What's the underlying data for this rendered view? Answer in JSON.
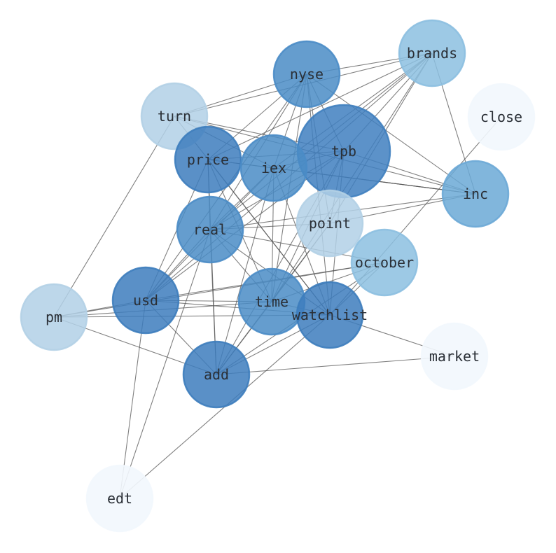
{
  "nodes": [
    {
      "id": "tpb",
      "label": "tpb",
      "color": "#3f7fbf",
      "opacity": 0.85
    },
    {
      "id": "nyse",
      "label": "nyse",
      "color": "#4a8cc6",
      "opacity": 0.85
    },
    {
      "id": "brands",
      "label": "brands",
      "color": "#8cbfe0",
      "opacity": 0.85
    },
    {
      "id": "close",
      "label": "close",
      "color": "#f2f7fd",
      "opacity": 0.9
    },
    {
      "id": "turn",
      "label": "turn",
      "color": "#b2d0e6",
      "opacity": 0.85
    },
    {
      "id": "price",
      "label": "price",
      "color": "#3d7dbd",
      "opacity": 0.85
    },
    {
      "id": "iex",
      "label": "iex",
      "color": "#4a8cc6",
      "opacity": 0.85
    },
    {
      "id": "inc",
      "label": "inc",
      "color": "#6ba9d6",
      "opacity": 0.85
    },
    {
      "id": "point",
      "label": "point",
      "color": "#b2d0e6",
      "opacity": 0.85
    },
    {
      "id": "real",
      "label": "real",
      "color": "#4a8cc6",
      "opacity": 0.85
    },
    {
      "id": "october",
      "label": "october",
      "color": "#8cbfe0",
      "opacity": 0.85
    },
    {
      "id": "usd",
      "label": "usd",
      "color": "#3d7dbd",
      "opacity": 0.85
    },
    {
      "id": "pm",
      "label": "pm",
      "color": "#b2d0e6",
      "opacity": 0.85
    },
    {
      "id": "time",
      "label": "time",
      "color": "#4a8cc6",
      "opacity": 0.85
    },
    {
      "id": "watchlist",
      "label": "watchlist",
      "color": "#3d7dbd",
      "opacity": 0.85
    },
    {
      "id": "market",
      "label": "market",
      "color": "#f2f7fd",
      "opacity": 0.9
    },
    {
      "id": "add",
      "label": "add",
      "color": "#3d7dbd",
      "opacity": 0.85
    },
    {
      "id": "edt",
      "label": "edt",
      "color": "#f2f7fd",
      "opacity": 0.9
    }
  ],
  "edges": [
    [
      "nyse",
      "turn"
    ],
    [
      "nyse",
      "price"
    ],
    [
      "nyse",
      "iex"
    ],
    [
      "nyse",
      "tpb"
    ],
    [
      "nyse",
      "inc"
    ],
    [
      "nyse",
      "real"
    ],
    [
      "nyse",
      "usd"
    ],
    [
      "nyse",
      "time"
    ],
    [
      "nyse",
      "watchlist"
    ],
    [
      "nyse",
      "point"
    ],
    [
      "nyse",
      "brands"
    ],
    [
      "brands",
      "turn"
    ],
    [
      "brands",
      "tpb"
    ],
    [
      "brands",
      "inc"
    ],
    [
      "brands",
      "real"
    ],
    [
      "brands",
      "usd"
    ],
    [
      "brands",
      "time"
    ],
    [
      "brands",
      "price"
    ],
    [
      "brands",
      "point"
    ],
    [
      "brands",
      "iex"
    ],
    [
      "close",
      "watchlist"
    ],
    [
      "turn",
      "inc"
    ],
    [
      "turn",
      "tpb"
    ],
    [
      "turn",
      "iex"
    ],
    [
      "turn",
      "pm"
    ],
    [
      "turn",
      "watchlist"
    ],
    [
      "price",
      "tpb"
    ],
    [
      "price",
      "inc"
    ],
    [
      "price",
      "iex"
    ],
    [
      "price",
      "real"
    ],
    [
      "price",
      "usd"
    ],
    [
      "price",
      "time"
    ],
    [
      "price",
      "watchlist"
    ],
    [
      "price",
      "add"
    ],
    [
      "iex",
      "tpb"
    ],
    [
      "iex",
      "inc"
    ],
    [
      "iex",
      "real"
    ],
    [
      "iex",
      "usd"
    ],
    [
      "iex",
      "time"
    ],
    [
      "iex",
      "watchlist"
    ],
    [
      "iex",
      "add"
    ],
    [
      "tpb",
      "inc"
    ],
    [
      "tpb",
      "real"
    ],
    [
      "tpb",
      "usd"
    ],
    [
      "tpb",
      "time"
    ],
    [
      "tpb",
      "watchlist"
    ],
    [
      "tpb",
      "add"
    ],
    [
      "tpb",
      "point"
    ],
    [
      "inc",
      "real"
    ],
    [
      "inc",
      "point"
    ],
    [
      "inc",
      "iex"
    ],
    [
      "point",
      "real"
    ],
    [
      "point",
      "time"
    ],
    [
      "point",
      "add"
    ],
    [
      "real",
      "usd"
    ],
    [
      "real",
      "time"
    ],
    [
      "real",
      "watchlist"
    ],
    [
      "real",
      "add"
    ],
    [
      "real",
      "october"
    ],
    [
      "real",
      "edt"
    ],
    [
      "october",
      "usd"
    ],
    [
      "october",
      "time"
    ],
    [
      "october",
      "add"
    ],
    [
      "october",
      "watchlist"
    ],
    [
      "usd",
      "pm"
    ],
    [
      "usd",
      "time"
    ],
    [
      "usd",
      "watchlist"
    ],
    [
      "usd",
      "add"
    ],
    [
      "usd",
      "edt"
    ],
    [
      "pm",
      "time"
    ],
    [
      "pm",
      "watchlist"
    ],
    [
      "pm",
      "add"
    ],
    [
      "pm",
      "october"
    ],
    [
      "time",
      "watchlist"
    ],
    [
      "time",
      "add"
    ],
    [
      "watchlist",
      "market"
    ],
    [
      "watchlist",
      "add"
    ],
    [
      "watchlist",
      "edt"
    ],
    [
      "add",
      "market"
    ]
  ]
}
